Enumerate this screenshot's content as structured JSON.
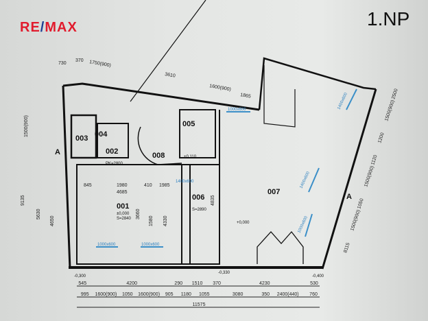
{
  "logo": {
    "text_left": "RE",
    "text_slash": "/",
    "text_right": "MAX",
    "colors": {
      "red": "#e11b2d",
      "blue": "#1c3f94"
    }
  },
  "floor_label": "1.NP",
  "rooms": [
    {
      "id": "001",
      "area": "S=2840",
      "level": "±0,000"
    },
    {
      "id": "002",
      "area": "PK=2800"
    },
    {
      "id": "003"
    },
    {
      "id": "004"
    },
    {
      "id": "005"
    },
    {
      "id": "006",
      "area": "S=2890"
    },
    {
      "id": "007"
    },
    {
      "id": "008"
    }
  ],
  "levels": [
    "-0,300",
    "-0,330",
    "-0,400",
    "+0,000",
    "+0,110"
  ],
  "section_marks": [
    "A",
    "A"
  ],
  "windows": [
    "1000x600",
    "1000x600",
    "1000x600",
    "1400x600",
    "1400x600",
    "1000x600",
    "1400x600"
  ],
  "top_dimensions": [
    "730",
    "370",
    "1750(900)",
    "3610",
    "1600(900)",
    "1865"
  ],
  "interior_dimensions": [
    "845",
    "1980",
    "410",
    "1985",
    "4685",
    "3660",
    "1580",
    "4330",
    "4835"
  ],
  "bottom_dimensions_row1": [
    "545",
    "4200",
    "290",
    "1510",
    "370",
    "4230",
    "530"
  ],
  "bottom_dimensions_row2": [
    "995",
    "1600(900)",
    "1050",
    "1600(900)",
    "905",
    "1180",
    "1055",
    "3080",
    "350",
    "2400(440)",
    "760"
  ],
  "bottom_total": "11575",
  "right_dimensions": [
    "2500",
    "1500(900)",
    "1200",
    "1120",
    "1500(900)",
    "1050",
    "1500(900)",
    "8115"
  ],
  "left_dimensions": [
    "1500(900)",
    "5630",
    "4650",
    "9135"
  ]
}
